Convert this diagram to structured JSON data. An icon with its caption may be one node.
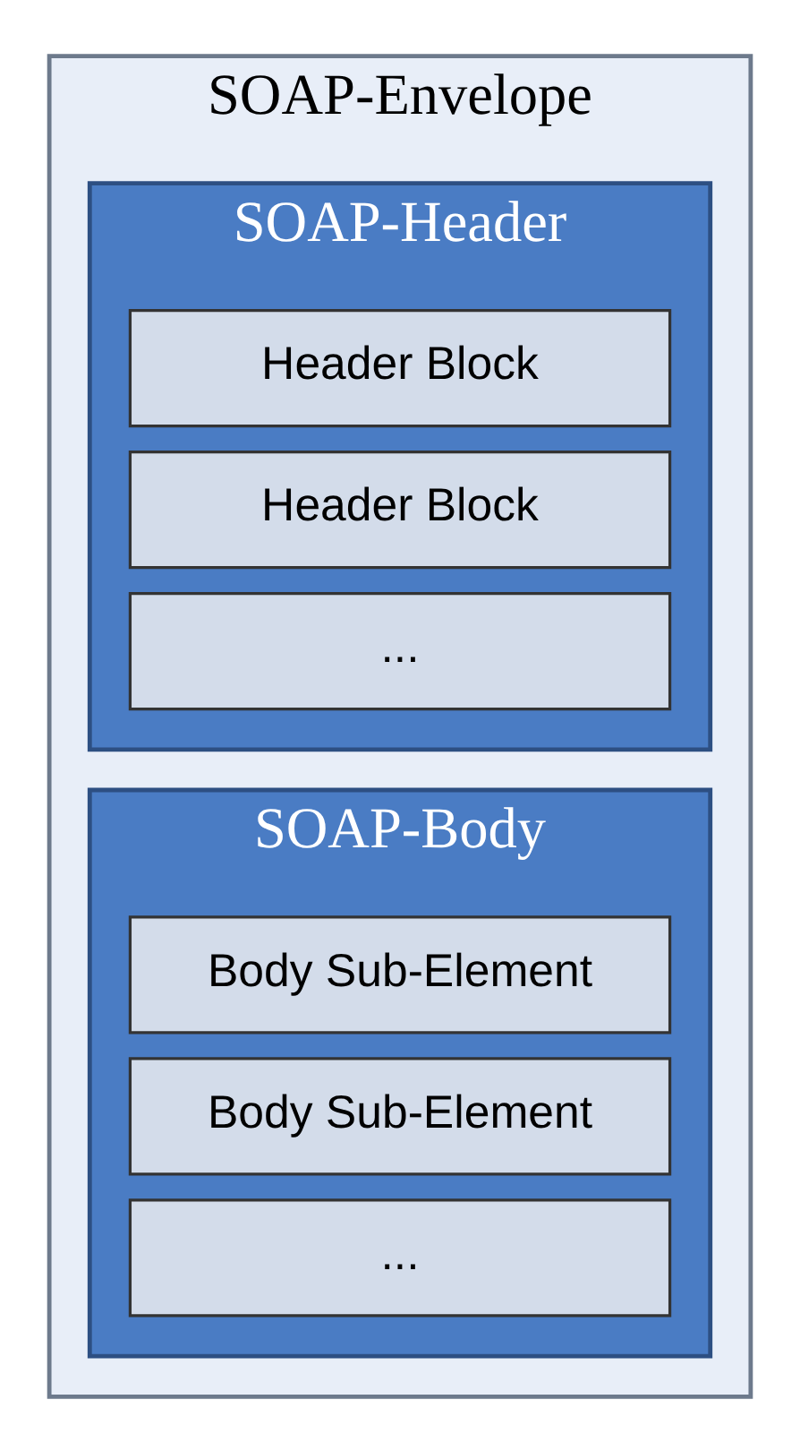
{
  "diagram": {
    "nodes": [
      {
        "text": [
          "SOAP-Envelope"
        ]
      },
      {
        "text": [
          "SOAP-Header"
        ],
        "in": 0
      },
      {
        "text": [
          "Header Block"
        ],
        "in": 1
      },
      {
        "text": [
          "Header Block"
        ],
        "in": 1
      },
      {
        "text": [
          "..."
        ],
        "in": 1
      },
      {
        "text": [
          "SOAP-Body"
        ],
        "in": 0
      },
      {
        "text": [
          "Body Sub-Element"
        ],
        "in": 5
      },
      {
        "text": [
          "Body Sub-Element"
        ],
        "in": 5
      },
      {
        "text": [
          "..."
        ],
        "in": 5
      }
    ],
    "edges": []
  }
}
